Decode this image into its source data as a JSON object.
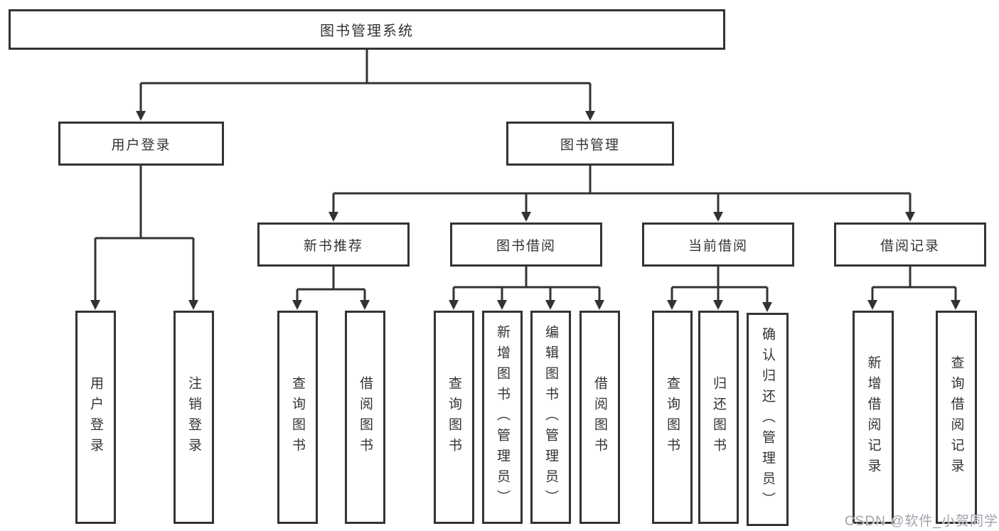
{
  "tree": {
    "label": "图书管理系统",
    "children": [
      {
        "label": "用户登录",
        "children": [
          {
            "label": "用户登录"
          },
          {
            "label": "注销登录"
          }
        ]
      },
      {
        "label": "图书管理",
        "children": [
          {
            "label": "新书推荐",
            "children": [
              {
                "label": "查询图书"
              },
              {
                "label": "借阅图书"
              }
            ]
          },
          {
            "label": "图书借阅",
            "children": [
              {
                "label": "查询图书"
              },
              {
                "label": "新增图书（管理员）"
              },
              {
                "label": "编辑图书（管理员）"
              },
              {
                "label": "借阅图书"
              }
            ]
          },
          {
            "label": "当前借阅",
            "children": [
              {
                "label": "查询图书"
              },
              {
                "label": "归还图书"
              },
              {
                "label": "确认归还（管理员）"
              }
            ]
          },
          {
            "label": "借阅记录",
            "children": [
              {
                "label": "新增借阅记录"
              },
              {
                "label": "查询借阅记录"
              }
            ]
          }
        ]
      }
    ]
  },
  "watermark": {
    "text": "CSDN @软件_小贺同学"
  },
  "colors": {
    "line": "#333333",
    "text": "#333333",
    "background": "#ffffff",
    "watermark": "#a2a2ac"
  }
}
